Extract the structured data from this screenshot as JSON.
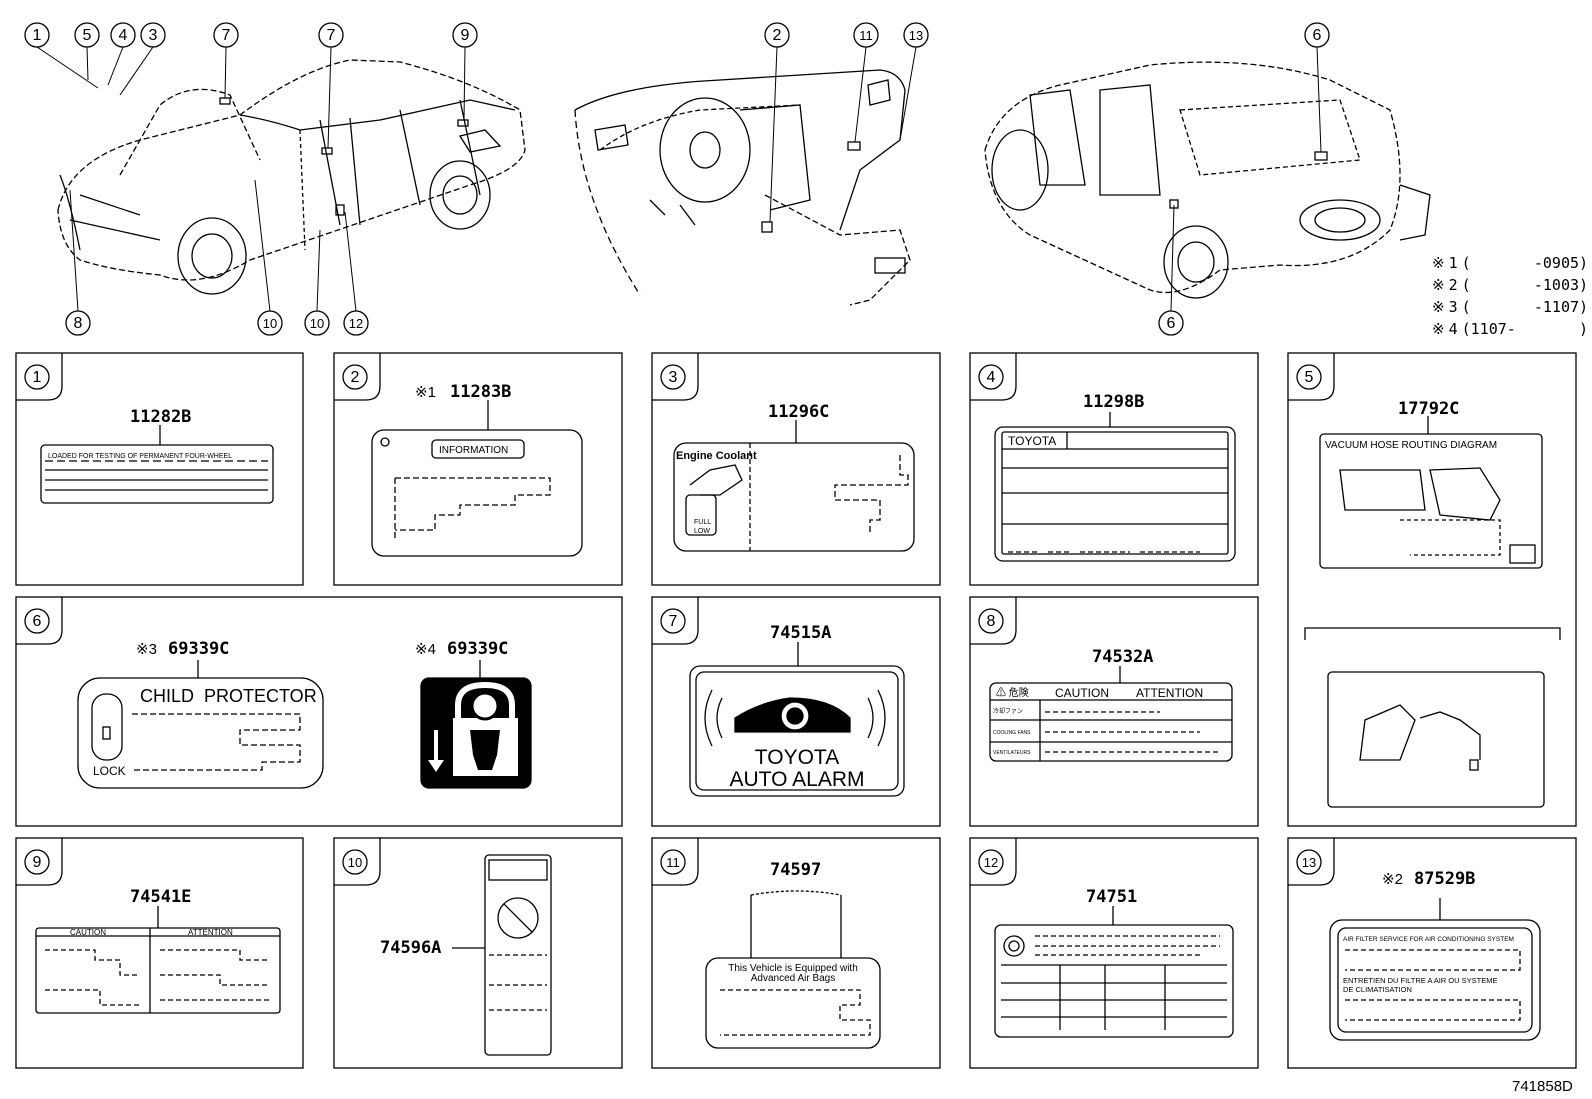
{
  "diagram_id": "741858D",
  "mark": "※",
  "notes": [
    {
      "id": "1",
      "text": "(       -0905)"
    },
    {
      "id": "2",
      "text": "(       -1003)"
    },
    {
      "id": "3",
      "text": "(       -1107)"
    },
    {
      "id": "4",
      "text": "(1107-       )"
    }
  ],
  "callouts": [
    "1",
    "5",
    "4",
    "3",
    "7",
    "7",
    "9",
    "2",
    "11",
    "13",
    "6",
    "8",
    "10",
    "10",
    "12",
    "6"
  ],
  "panels": [
    {
      "num": "1",
      "mark": "",
      "part": "11282B",
      "label_text": [
        "LOADED FOR TESTING OF PERMANENT FOUR-WHEEL"
      ]
    },
    {
      "num": "2",
      "mark": "※1",
      "part": "11283B",
      "label_text": [
        "INFORMATION"
      ]
    },
    {
      "num": "3",
      "mark": "",
      "part": "11296C",
      "label_text": [
        "Engine Coolant",
        "FULL",
        "LOW"
      ]
    },
    {
      "num": "4",
      "mark": "",
      "part": "11298B",
      "label_text": [
        "TOYOTA"
      ]
    },
    {
      "num": "5",
      "mark": "",
      "part": "17792C",
      "label_text": [
        "VACUUM HOSE ROUTING DIAGRAM"
      ]
    },
    {
      "num": "6",
      "items": [
        {
          "mark": "※3",
          "part": "69339C",
          "label_text": [
            "CHILD  PROTECTOR",
            "LOCK"
          ]
        },
        {
          "mark": "※4",
          "part": "69339C",
          "label_text": []
        }
      ]
    },
    {
      "num": "7",
      "mark": "",
      "part": "74515A",
      "label_text": [
        "TOYOTA",
        "AUTO ALARM"
      ]
    },
    {
      "num": "8",
      "mark": "",
      "part": "74532A",
      "label_text": [
        "⚠ 危険",
        "CAUTION",
        "ATTENTION",
        "冷却ファン",
        "COOLING FANS",
        "VENTILATEURS"
      ]
    },
    {
      "num": "9",
      "mark": "",
      "part": "74541E",
      "label_text": [
        "CAUTION",
        "ATTENTION"
      ]
    },
    {
      "num": "10",
      "mark": "",
      "part": "74596A",
      "label_text": []
    },
    {
      "num": "11",
      "mark": "",
      "part": "74597",
      "label_text": [
        "This Vehicle is Equipped with",
        "Advanced Air Bags"
      ]
    },
    {
      "num": "12",
      "mark": "",
      "part": "74751",
      "label_text": []
    },
    {
      "num": "13",
      "mark": "※2",
      "part": "87529B",
      "label_text": [
        "AIR FILTER SERVICE FOR AIR CONDITIONING SYSTEM",
        "ENTRETIEN DU FILTRE A AIR OU SYSTEME",
        "DE CLIMATISATION"
      ]
    }
  ]
}
